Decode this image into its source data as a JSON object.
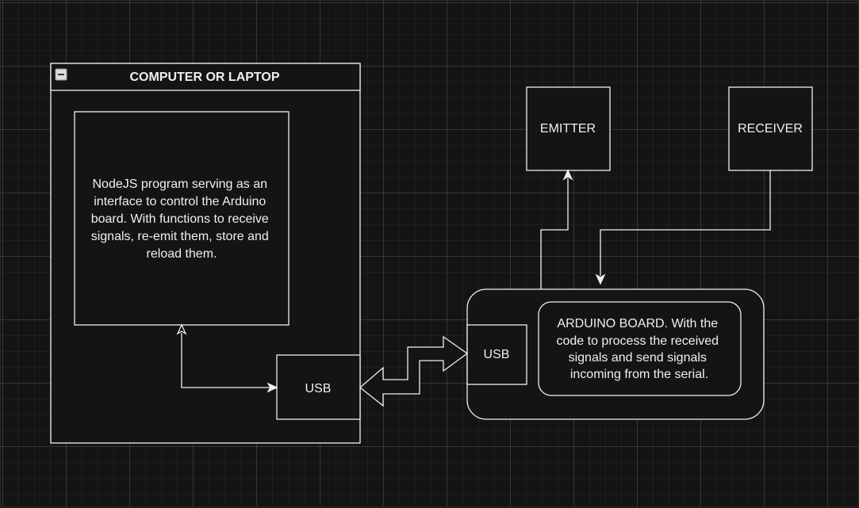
{
  "container": {
    "title": "COMPUTER OR LAPTOP"
  },
  "nodes": {
    "program": {
      "lines": [
        "NodeJS program serving as an",
        "interface to control the Arduino",
        "board. With functions to receive",
        "signals, re-emit them, store and",
        "reload them."
      ]
    },
    "computer_usb": {
      "label": "USB"
    },
    "board_usb": {
      "label": "USB"
    },
    "arduino": {
      "lines": [
        "ARDUINO BOARD. With the",
        "code to process the received",
        "signals and send signals",
        "incoming from the serial."
      ]
    },
    "emitter": {
      "label": "EMITTER"
    },
    "receiver": {
      "label": "RECEIVER"
    }
  },
  "colors": {
    "background": "#141414",
    "stroke": "#f0f0f0",
    "text": "#f0f0f0"
  }
}
